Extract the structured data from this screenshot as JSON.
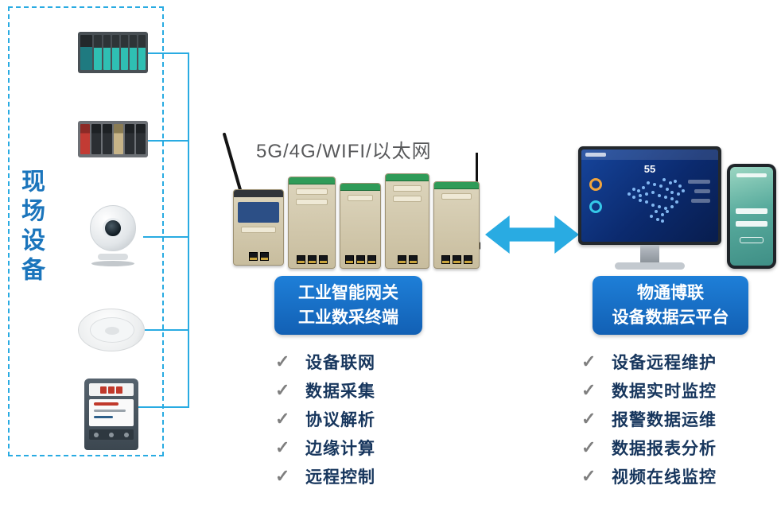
{
  "diagram": {
    "check_glyph": "✓",
    "field_devices": {
      "label": "现场设备"
    },
    "gateway": {
      "connectivity": "5G/4G/WIFI/以太网",
      "title_line1": "工业智能网关",
      "title_line2": "工业数采终端",
      "features": [
        "设备联网",
        "数据采集",
        "协议解析",
        "边缘计算",
        "远程控制"
      ]
    },
    "cloud": {
      "title_line1": "物通博联",
      "title_line2": "设备数据云平台",
      "features": [
        "设备远程维护",
        "数据实时监控",
        "报警数据运维",
        "数据报表分析",
        "视频在线监控"
      ],
      "monitor_stat": "55"
    }
  }
}
